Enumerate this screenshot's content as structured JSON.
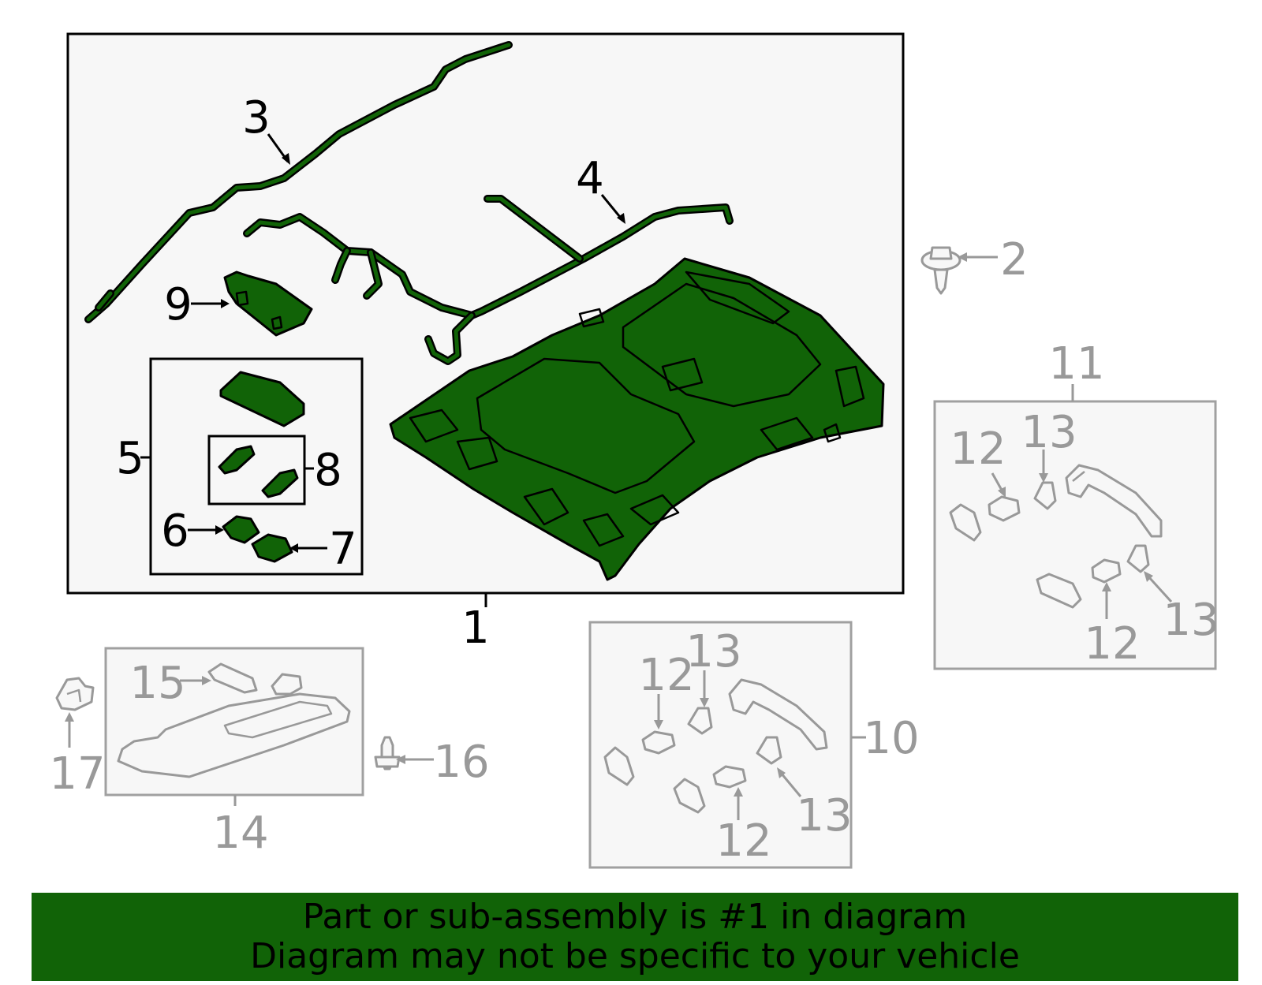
{
  "colors": {
    "highlight": "#116307",
    "outline": "#000000",
    "inactive_parts": "#999999",
    "panel_background": "#f7f7f7"
  },
  "callouts": {
    "c1": "1",
    "c2": "2",
    "c3": "3",
    "c4": "4",
    "c5": "5",
    "c6": "6",
    "c7": "7",
    "c8": "8",
    "c9": "9",
    "c10": "10",
    "c11": "11",
    "c11_12a": "12",
    "c11_13a": "13",
    "c11_12b": "12",
    "c11_13b": "13",
    "c10_12a": "12",
    "c10_13a": "13",
    "c10_12b": "12",
    "c10_13b": "13",
    "c14": "14",
    "c15": "15",
    "c16": "16",
    "c17": "17"
  },
  "banner": {
    "line1": "Part or sub-assembly is #1 in diagram",
    "line2": "Diagram may not be specific to your vehicle"
  }
}
